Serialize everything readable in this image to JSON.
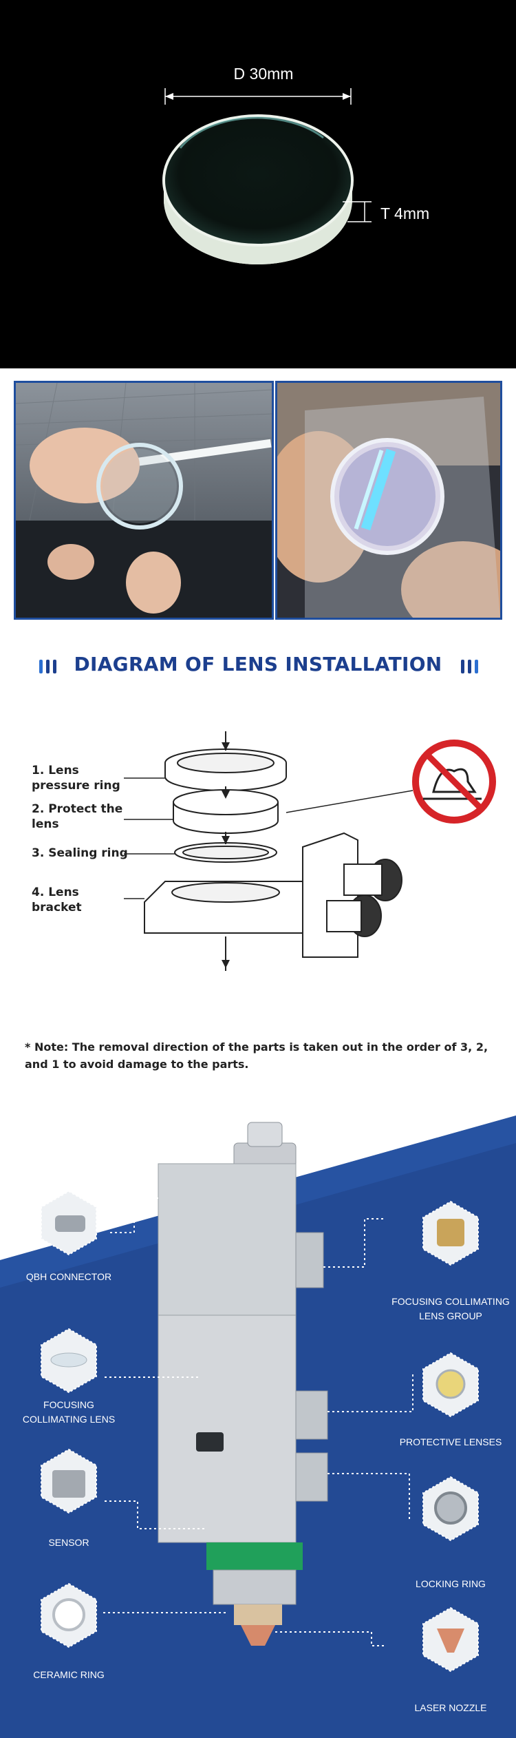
{
  "hero": {
    "diameter_label": "D 30mm",
    "thickness_label": "T 4mm"
  },
  "diagram": {
    "title": "DIAGRAM OF LENS INSTALLATION",
    "accent_color": "#1c3f8e",
    "labels": [
      {
        "line1": "1. Lens",
        "line2": "pressure ring"
      },
      {
        "line1": "2. Protect the",
        "line2": "lens"
      },
      {
        "line1": "3. Sealing ring",
        "line2": ""
      },
      {
        "line1": "4. Lens",
        "line2": "bracket"
      }
    ],
    "note": "* Note: The removal direction of the parts is taken out in the order of 3, 2, and 1 to avoid damage to the parts."
  },
  "components": {
    "qbh_connector": "QBH CONNECTOR",
    "focusing_collimating_lens": [
      "FOCUSING",
      "COLLIMATING LENS"
    ],
    "sensor": "SENSOR",
    "ceramic_ring": "CERAMIC RING",
    "focusing_collimating_lens_group": [
      "FOCUSING COLLIMATING",
      "LENS GROUP"
    ],
    "protective_lenses": "PROTECTIVE LENSES",
    "locking_ring": "LOCKING RING",
    "laser_nozzle": "LASER NOZZLE"
  }
}
